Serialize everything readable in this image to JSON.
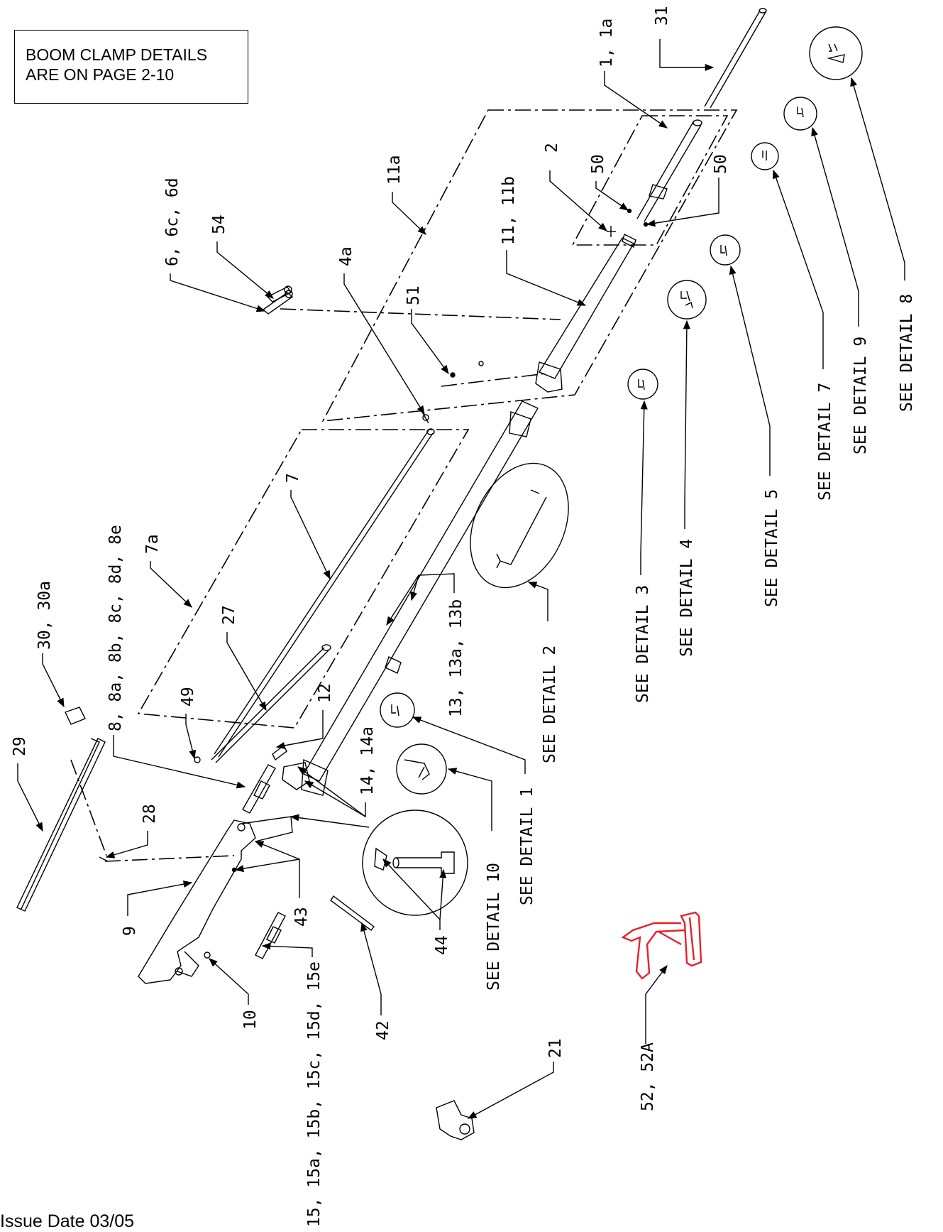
{
  "note": {
    "line1": "BOOM CLAMP DETAILS",
    "line2": "ARE ON PAGE 2-10"
  },
  "issue_date": "Issue Date 03/05",
  "callouts": {
    "c31": "31",
    "c1_1a": "1, 1a",
    "c2": "2",
    "c50a": "50",
    "c50b": "50",
    "c11a": "11a",
    "c11_11b": "11, 11b",
    "c4a": "4a",
    "c51": "51",
    "c54": "54",
    "c6": "6, 6c, 6d",
    "c7": "7",
    "c7a": "7a",
    "c27": "27",
    "c49": "49",
    "c12": "12",
    "c30": "30, 30a",
    "c8": "8, 8a, 8b, 8c, 8d, 8e",
    "c29": "29",
    "c28": "28",
    "c9": "9",
    "c43": "43",
    "c10": "10",
    "c15": "15, 15a, 15b, 15c, 15d, 15e",
    "c42": "42",
    "c44": "44",
    "c14": "14, 14a",
    "c13": "13, 13a, 13b",
    "c21": "21",
    "c52": "52, 52A",
    "sd1": "SEE DETAIL 1",
    "sd2": "SEE DETAIL 2",
    "sd3": "SEE DETAIL 3",
    "sd4": "SEE DETAIL 4",
    "sd5": "SEE DETAIL 5",
    "sd7": "SEE DETAIL 7",
    "sd8": "SEE DETAIL 8",
    "sd9": "SEE DETAIL 9",
    "sd10": "SEE DETAIL 10"
  },
  "colors": {
    "ink": "#000000",
    "highlight": "#e8202a"
  }
}
